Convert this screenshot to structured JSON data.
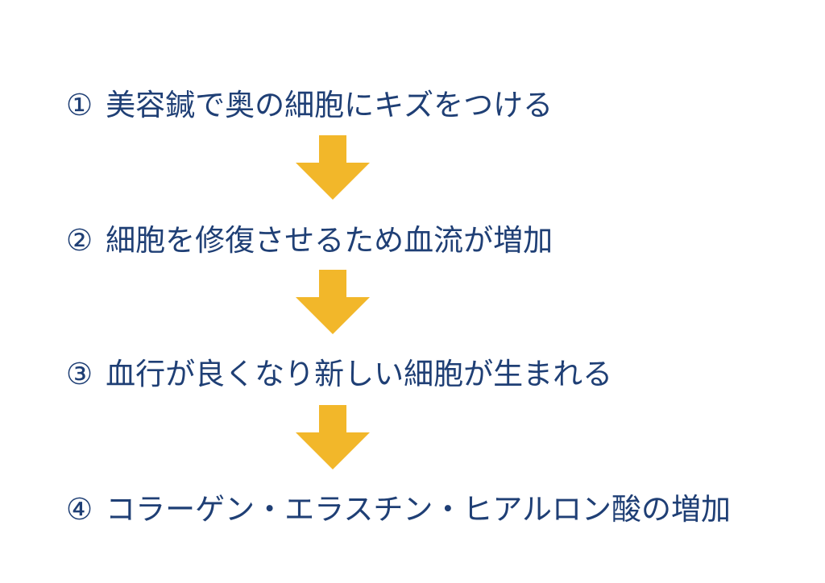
{
  "colors": {
    "text": "#1f3f75",
    "arrow": "#f2b72a",
    "background": "#ffffff"
  },
  "steps": [
    {
      "number": "①",
      "text": "美容鍼で奥の細胞にキズをつける"
    },
    {
      "number": "②",
      "text": "細胞を修復させるため血流が増加"
    },
    {
      "number": "③",
      "text": "血行が良くなり新しい細胞が生まれる"
    },
    {
      "number": "④",
      "text": "コラーゲン・エラスチン・ヒアルロン酸の増加"
    }
  ],
  "arrows": [
    {
      "icon": "down-arrow-icon"
    },
    {
      "icon": "down-arrow-icon"
    },
    {
      "icon": "down-arrow-icon"
    }
  ]
}
